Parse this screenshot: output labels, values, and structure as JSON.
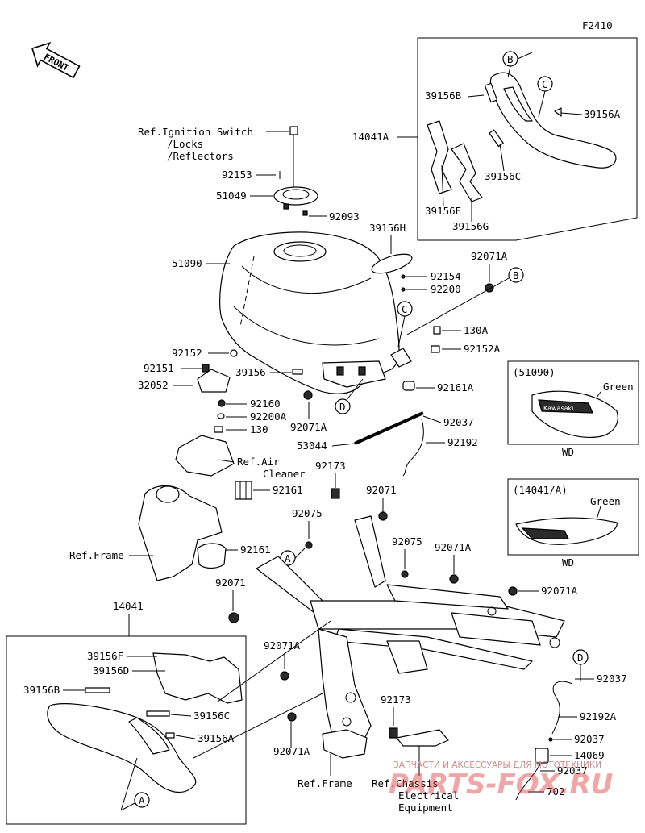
{
  "diagram_code": "F2410",
  "front_label": "FRONT",
  "callouts": [
    "A",
    "B",
    "C",
    "D"
  ],
  "labels": {
    "ref_ignition": [
      "Ref.Ignition Switch",
      "/Locks",
      "/Reflectors"
    ],
    "p92153": "92153",
    "p51049": "51049",
    "p92093": "92093",
    "p51090": "51090",
    "p39156H": "39156H",
    "p92154": "92154",
    "p92200": "92200",
    "p92071A_top": "92071A",
    "p130A": "130A",
    "p92152A": "92152A",
    "p92152": "92152",
    "p92151": "92151",
    "p32052": "32052",
    "p39156": "39156",
    "p92161A": "92161A",
    "p92160": "92160",
    "p92200A": "92200A",
    "p130": "130",
    "p92071A_mid": "92071A",
    "p92037_mid": "92037",
    "p53044": "53044",
    "p92192": "92192",
    "ref_air": [
      "Ref.Air",
      "Cleaner"
    ],
    "p92173_top": "92173",
    "p92161_a": "92161",
    "p92071_r": "92071",
    "p92075_l": "92075",
    "p92075_r": "92075",
    "p92071A_r1": "92071A",
    "ref_frame_l": "Ref.Frame",
    "p92161_b": "92161",
    "p92071_l": "92071",
    "p92071A_r2": "92071A",
    "p14041": "14041",
    "p92071A_l1": "92071A",
    "p92071A_l2": "92071A",
    "p92173_bot": "92173",
    "ref_frame_b": "Ref.Frame",
    "ref_chassis": [
      "Ref.Chassis",
      "Electrical",
      "Equipment"
    ],
    "p92037_r1": "92037",
    "p92192A": "92192A",
    "p92037_r2": "92037",
    "p14069": "14069",
    "p92037_r3": "92037",
    "p702": "702"
  },
  "box_right": {
    "p14041A": "14041A",
    "p39156B": "39156B",
    "p39156A": "39156A",
    "p39156C": "39156C",
    "p39156E": "39156E",
    "p39156G": "39156G"
  },
  "box_left": {
    "p39156F": "39156F",
    "p39156D": "39156D",
    "p39156B": "39156B",
    "p39156C": "39156C",
    "p39156A": "39156A"
  },
  "inset_tank": {
    "header": "(51090)",
    "color": "Green",
    "model": "WD",
    "brand": "Kawasaki"
  },
  "inset_cover": {
    "header": "(14041/A)",
    "color": "Green",
    "model": "WD"
  },
  "watermark": {
    "line1": "ЗАПЧАСТИ И АКСЕССУАРЫ ДЛЯ МОТОТЕХНИКИ",
    "line2": "PARTS-FOX.RU"
  }
}
